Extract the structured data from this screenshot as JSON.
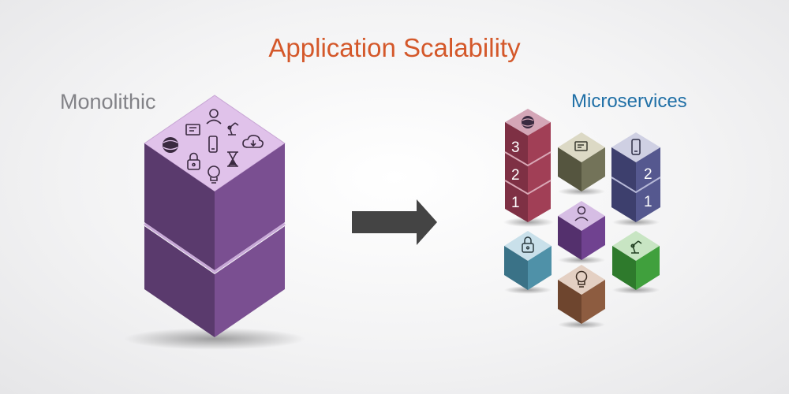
{
  "title": "Application Scalability",
  "monolithic": {
    "label": "Monolithic"
  },
  "microservices": {
    "label": "Microservices",
    "stack_left_numbers": [
      "3",
      "2",
      "1"
    ],
    "stack_right_numbers": [
      "2",
      "1"
    ]
  },
  "colors": {
    "title": "#d4582a",
    "monolith": "#7a4f91",
    "monolith_top": "#e0c2ea",
    "red": "#9e3c52",
    "olive": "#6b6b55",
    "navy": "#4c4e80",
    "purple": "#6a3e87",
    "teal": "#4c8ea3",
    "green": "#3f9a3c",
    "brown": "#8a5a3e",
    "arrow": "#444444"
  }
}
